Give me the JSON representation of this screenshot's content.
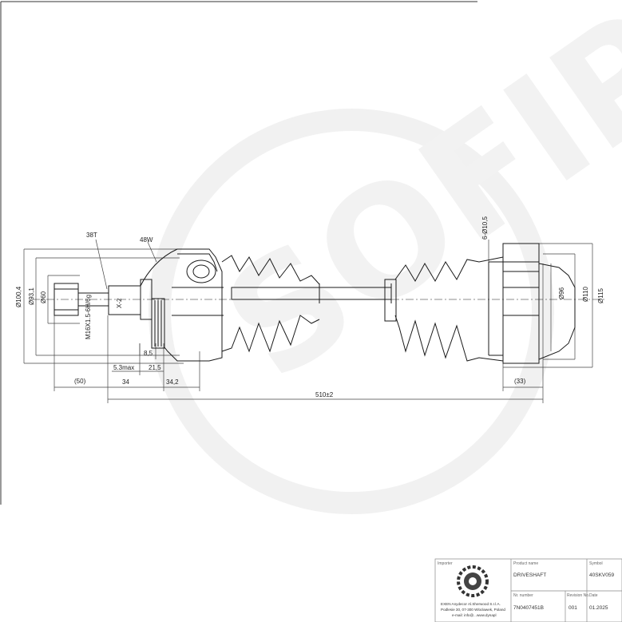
{
  "dimensions": {
    "spline_count": "38T",
    "abs_teeth": "48W",
    "bolt_thread": "M16X1.5-6H/6g",
    "dia_100_4": "Ø100,4",
    "dia_93_1": "Ø93,1",
    "dia_60": "Ø60",
    "x2": "X-2",
    "hole": "6-Ø10,5",
    "dia_96": "Ø96",
    "dia_110": "Ø110",
    "dia_115": "Ø115",
    "d_5_3max": "5.3max",
    "d_8_5": "8,5",
    "d_21_5": "21,5",
    "d_50": "(50)",
    "d_34": "34",
    "d_34_2": "34,2",
    "d_33": "(33)",
    "total_length": "510±2"
  },
  "title_block": {
    "importer_label": "Importer",
    "importer_text_1": "EXEN Anydecor Al.Sherwood S.r.l.A.",
    "importer_text_2": "Podlesie 30, 07-300 Wlocławek, Poland",
    "importer_text_3": "e-mail: info@...www.dynapl",
    "product_name_label": "Product name",
    "product_name": "DRIVESHAFT",
    "symbol_label": "Symbol",
    "symbol": "40SKV059",
    "number_label": "Nr. number",
    "number": "7N0407451B",
    "revision_label": "Revision No.",
    "revision": "001",
    "date_label": "Date",
    "date": "01.2025"
  },
  "watermark": "SOFIPL",
  "colors": {
    "line": "#1a1a1a",
    "dim_line": "#444444",
    "watermark": "#efefef"
  }
}
